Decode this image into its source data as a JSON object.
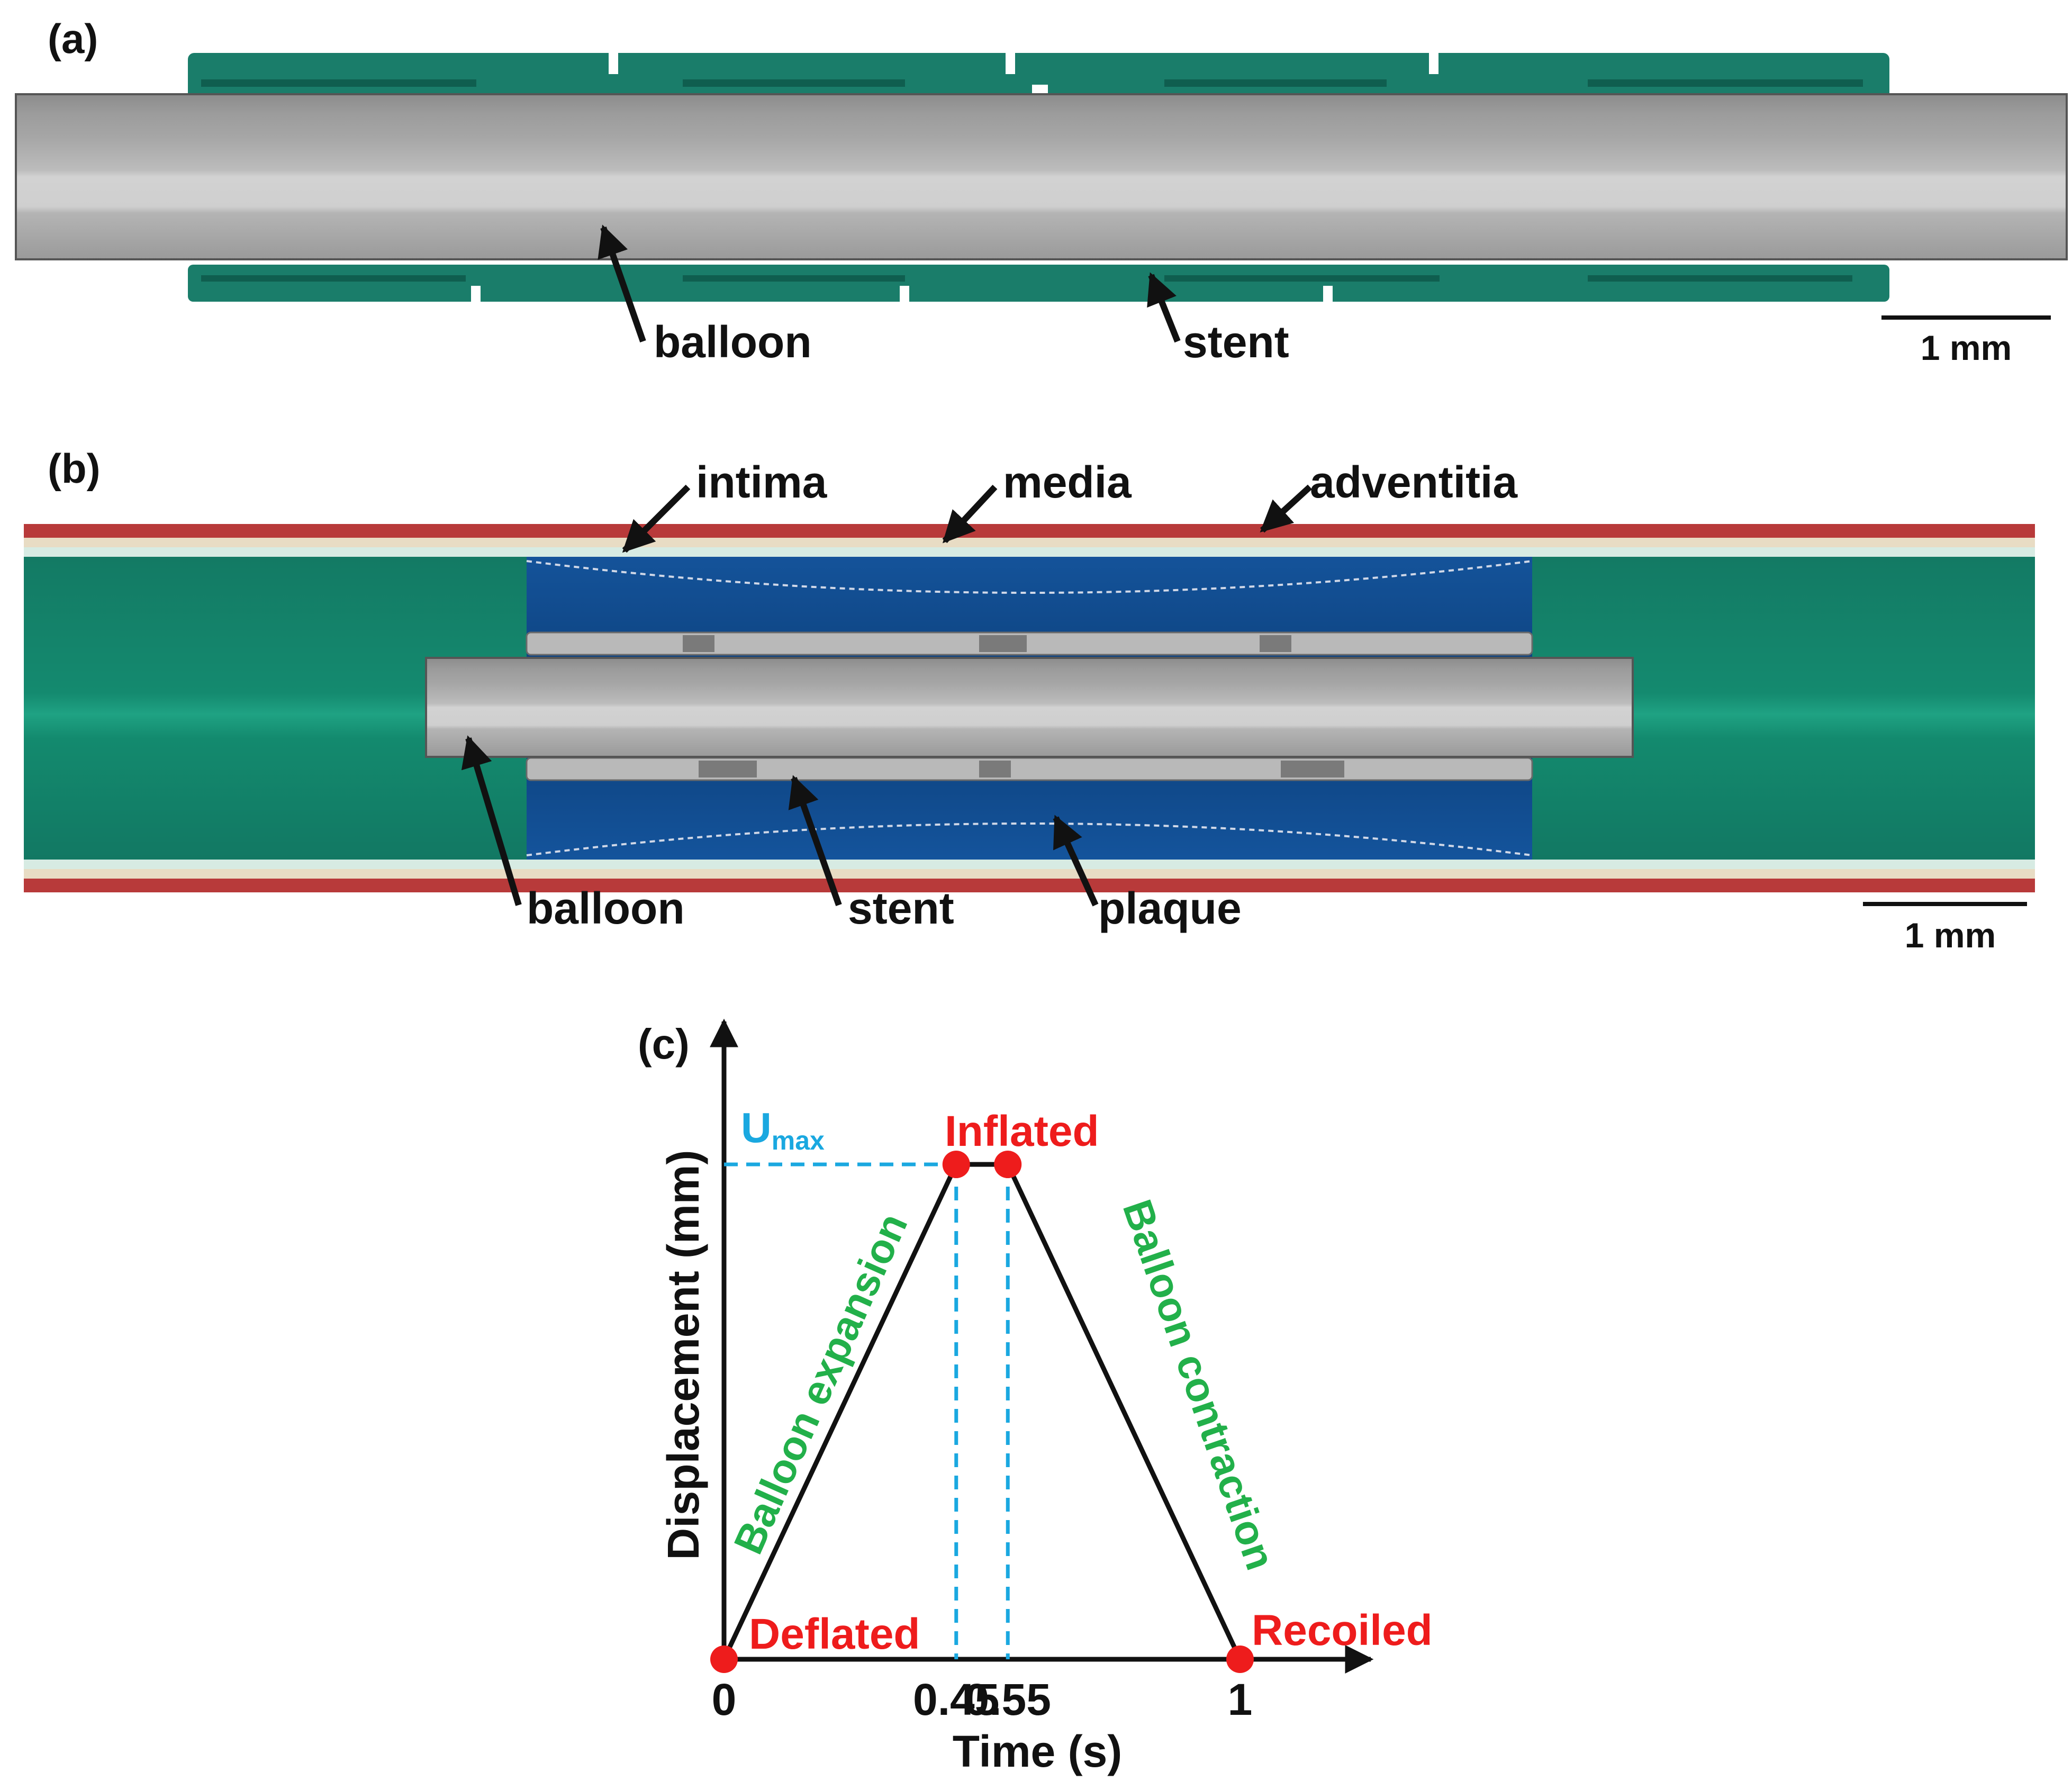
{
  "panel_a": {
    "tag": "(a)",
    "labels": {
      "balloon": "balloon",
      "stent": "stent"
    },
    "scale_bar": "1 mm"
  },
  "panel_b": {
    "tag": "(b)",
    "labels": {
      "intima": "intima",
      "media": "media",
      "adventitia": "adventitia",
      "balloon": "balloon",
      "stent": "stent",
      "plaque": "plaque"
    },
    "scale_bar": "1 mm"
  },
  "panel_c": {
    "tag": "(c)",
    "umax_main": "U",
    "umax_sub": "max",
    "states": {
      "deflated": "Deflated",
      "inflated": "Inflated",
      "recoiled": "Recoiled"
    },
    "phases": {
      "expansion": "Balloon expansion",
      "contraction": "Balloon contraction"
    }
  },
  "chart_data": {
    "type": "line",
    "xlabel": "Time (s)",
    "ylabel": "Displacement (mm)",
    "x_ticks": [
      "0",
      "0.45",
      "0.55",
      "1"
    ],
    "series": [
      {
        "x": [
          0,
          0.45,
          0.55,
          1
        ],
        "y": [
          0,
          1,
          1,
          0
        ]
      }
    ],
    "ylim": [
      0,
      1
    ]
  },
  "colors": {
    "stent_teal": "#1a7d6a",
    "balloon_gray": "#a8a8a8",
    "plaque_blue": "#0d4d8c",
    "vessel_green": "#14806a",
    "adventitia_red": "#b83a3a",
    "state_red": "#ee1c1c",
    "phase_green": "#22b04a",
    "umax_cyan": "#1aa8e0"
  }
}
